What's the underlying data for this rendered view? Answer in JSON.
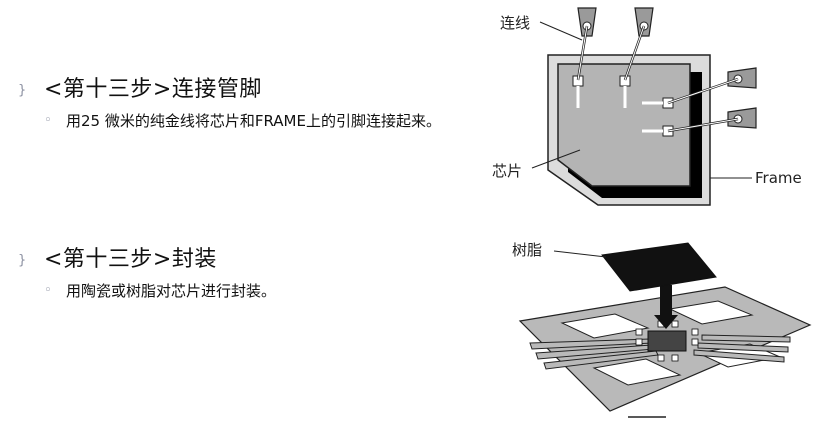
{
  "steps": [
    {
      "heading": "<第十三步>连接管脚",
      "subitems": [
        "用25 微米的纯金线将芯片和FRAME上的引脚连接起来。"
      ]
    },
    {
      "heading": "<第十三步>封装",
      "subitems": [
        "用陶瓷或树脂对芯片进行封装。"
      ]
    }
  ],
  "bullets": {
    "main": "}",
    "sub": "◦"
  },
  "figures": {
    "wire_bonding": {
      "wire_label": "连线",
      "chip_label": "芯片",
      "frame_label": "Frame"
    },
    "encapsulation": {
      "resin_label": "树脂"
    }
  },
  "colors": {
    "chip": "#b4b4b4",
    "frame": "#dcdcdc",
    "shadow": "#000000",
    "bullet": "#8a8fa0"
  }
}
